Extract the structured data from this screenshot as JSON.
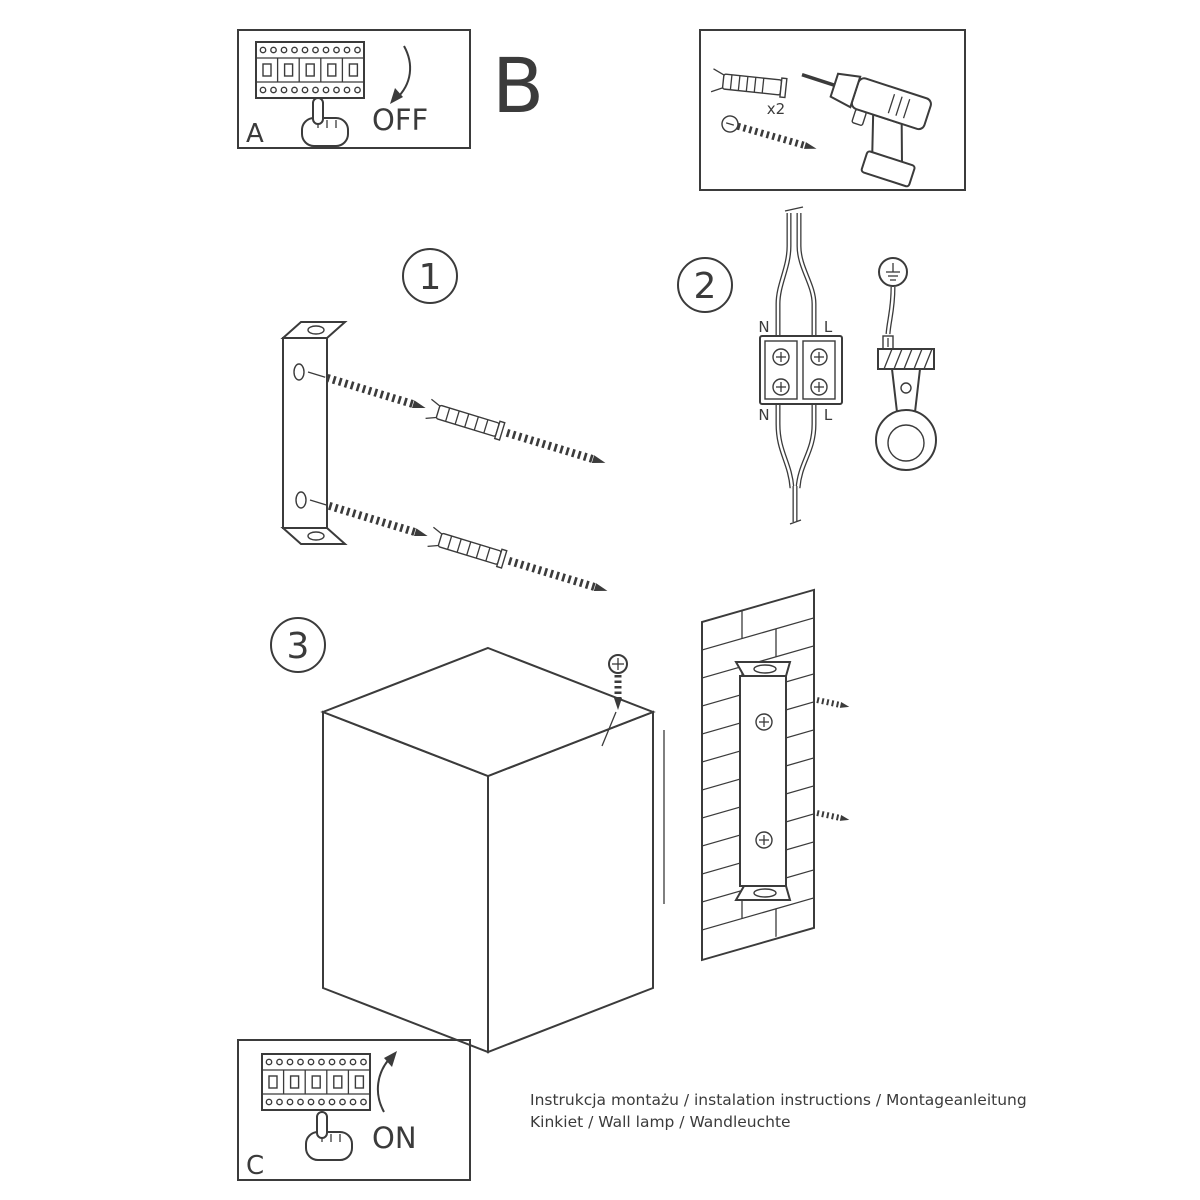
{
  "colors": {
    "ink": "#3b3b3b",
    "bg": "#ffffff"
  },
  "panel_a": {
    "label": "A",
    "state": "OFF"
  },
  "section_b": {
    "label": "B"
  },
  "tools": {
    "count": "x2"
  },
  "steps": {
    "one": "1",
    "two": "2",
    "three": "3"
  },
  "wiring": {
    "n_top": "N",
    "l_top": "L",
    "n_bottom": "N",
    "l_bottom": "L"
  },
  "panel_c": {
    "label": "C",
    "state": "ON"
  },
  "footer": {
    "line1": "Instrukcja montażu / instalation instructions / Montageanleitung",
    "line2": "Kinkiet / Wall lamp / Wandleuchte"
  }
}
